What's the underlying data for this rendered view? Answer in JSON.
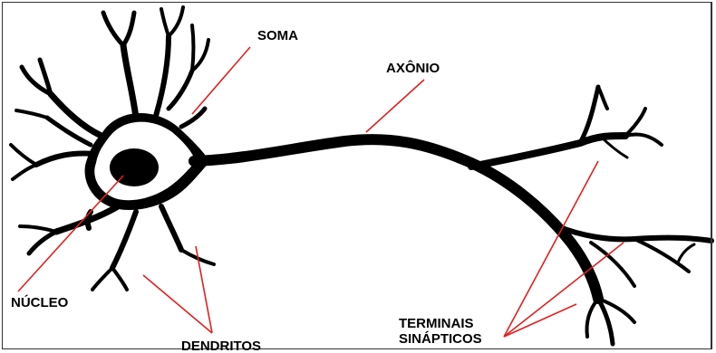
{
  "labels": {
    "soma": "SOMA",
    "axonio": "AXÔNIO",
    "nucleo": "NÚCLEO",
    "dendritos": "DENDRITOS",
    "terminais_line1": "TERMINAIS",
    "terminais_line2": "SINÁPTICOS"
  },
  "colors": {
    "neuron": "#000000",
    "pointer_lines": "#e0201f",
    "background": "#ffffff"
  }
}
